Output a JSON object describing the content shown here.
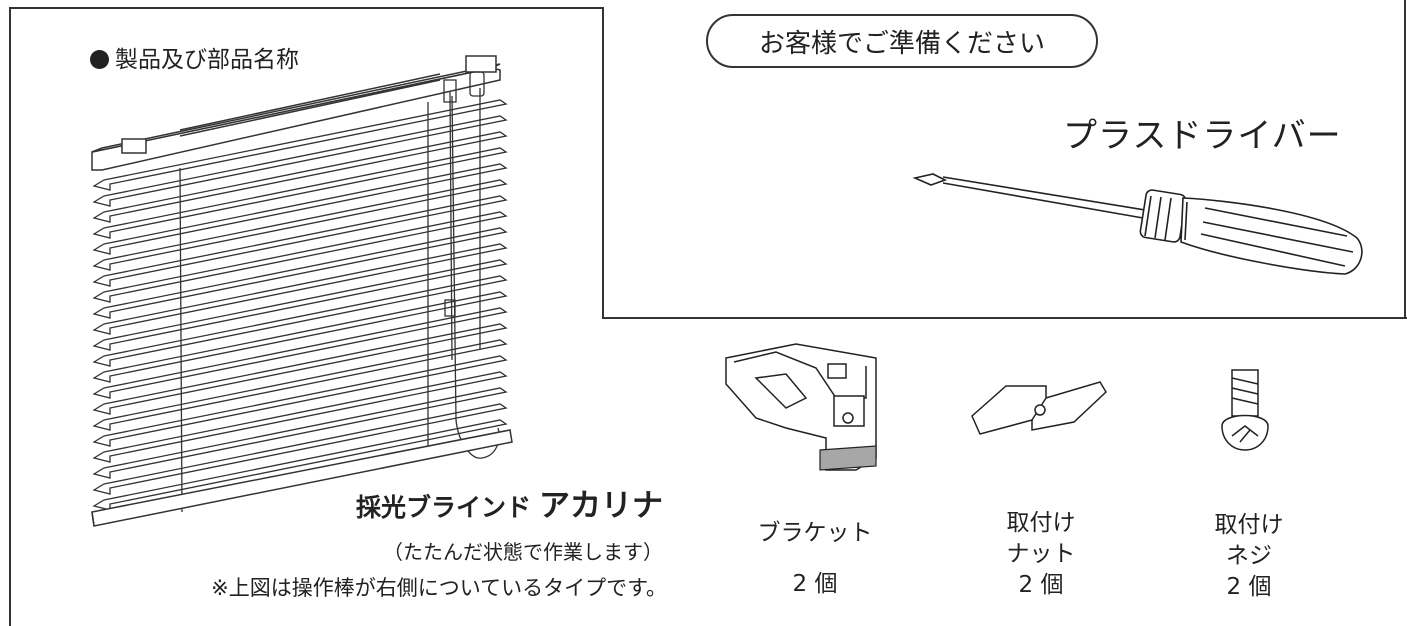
{
  "parts_section": {
    "title": "製品及び部品名称",
    "product_prefix": "採光ブラインド",
    "product_name": "アカリナ",
    "note_state": "（たたんだ状態で作業します）",
    "note_operation": "※上図は操作棒が右側についているタイプです。"
  },
  "customer_section": {
    "heading": "お客様でご準備ください",
    "tool_label": "プラスドライバー"
  },
  "parts": [
    {
      "name_line1": "ブラケット",
      "name_line2": "",
      "qty": "2 個",
      "icon": "bracket-icon"
    },
    {
      "name_line1": "取付け",
      "name_line2": "ナット",
      "qty": "2 個",
      "icon": "nut-icon"
    },
    {
      "name_line1": "取付け",
      "name_line2": "ネジ",
      "qty": "2 個",
      "icon": "screw-icon"
    }
  ],
  "colors": {
    "line": "#333333",
    "text": "#222222",
    "shade": "#a7a7a7"
  }
}
